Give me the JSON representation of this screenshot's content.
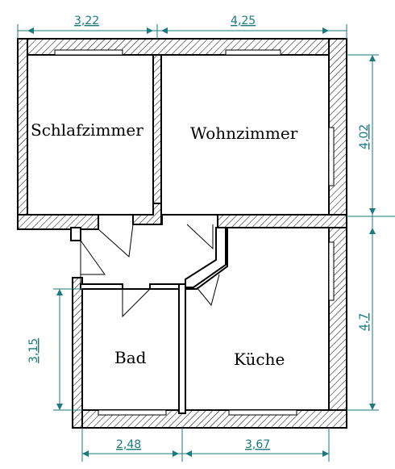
{
  "rooms": {
    "schlafzimmer": "Schlafzimmer",
    "wohnzimmer": "Wohnzimmer",
    "bad": "Bad",
    "kueche": "Küche"
  },
  "dimensions": {
    "top_left": "3,22",
    "top_right": "4,25",
    "right_upper": "4,02",
    "right_lower": "4,7",
    "left_lower": "3,15",
    "bottom_left": "2,48",
    "bottom_right": "3,67"
  },
  "colors": {
    "dimension": "#1a7a80",
    "wall_outline": "#000000"
  }
}
